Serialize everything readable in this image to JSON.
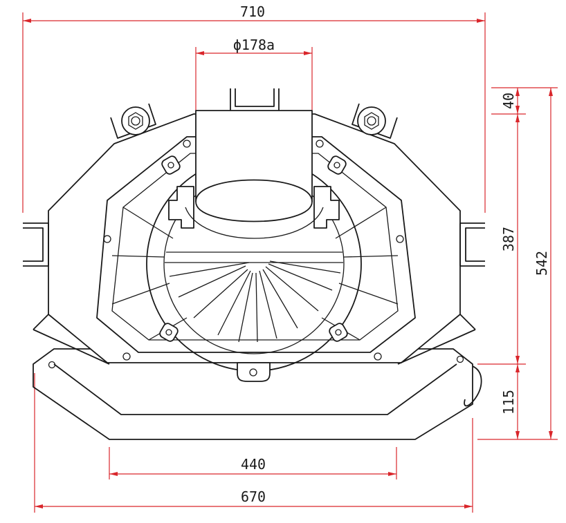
{
  "drawing": {
    "dimensions": {
      "overall_width_top": "710",
      "duct_diameter": "ϕ178a",
      "top_bracket_height": "40",
      "body_height": "387",
      "overall_height": "542",
      "base_height": "115",
      "base_inner_width": "440",
      "base_overall_width": "670"
    },
    "colors": {
      "dimension": "#d9262b",
      "outline": "#1a1a1a",
      "background": "#ffffff"
    }
  }
}
